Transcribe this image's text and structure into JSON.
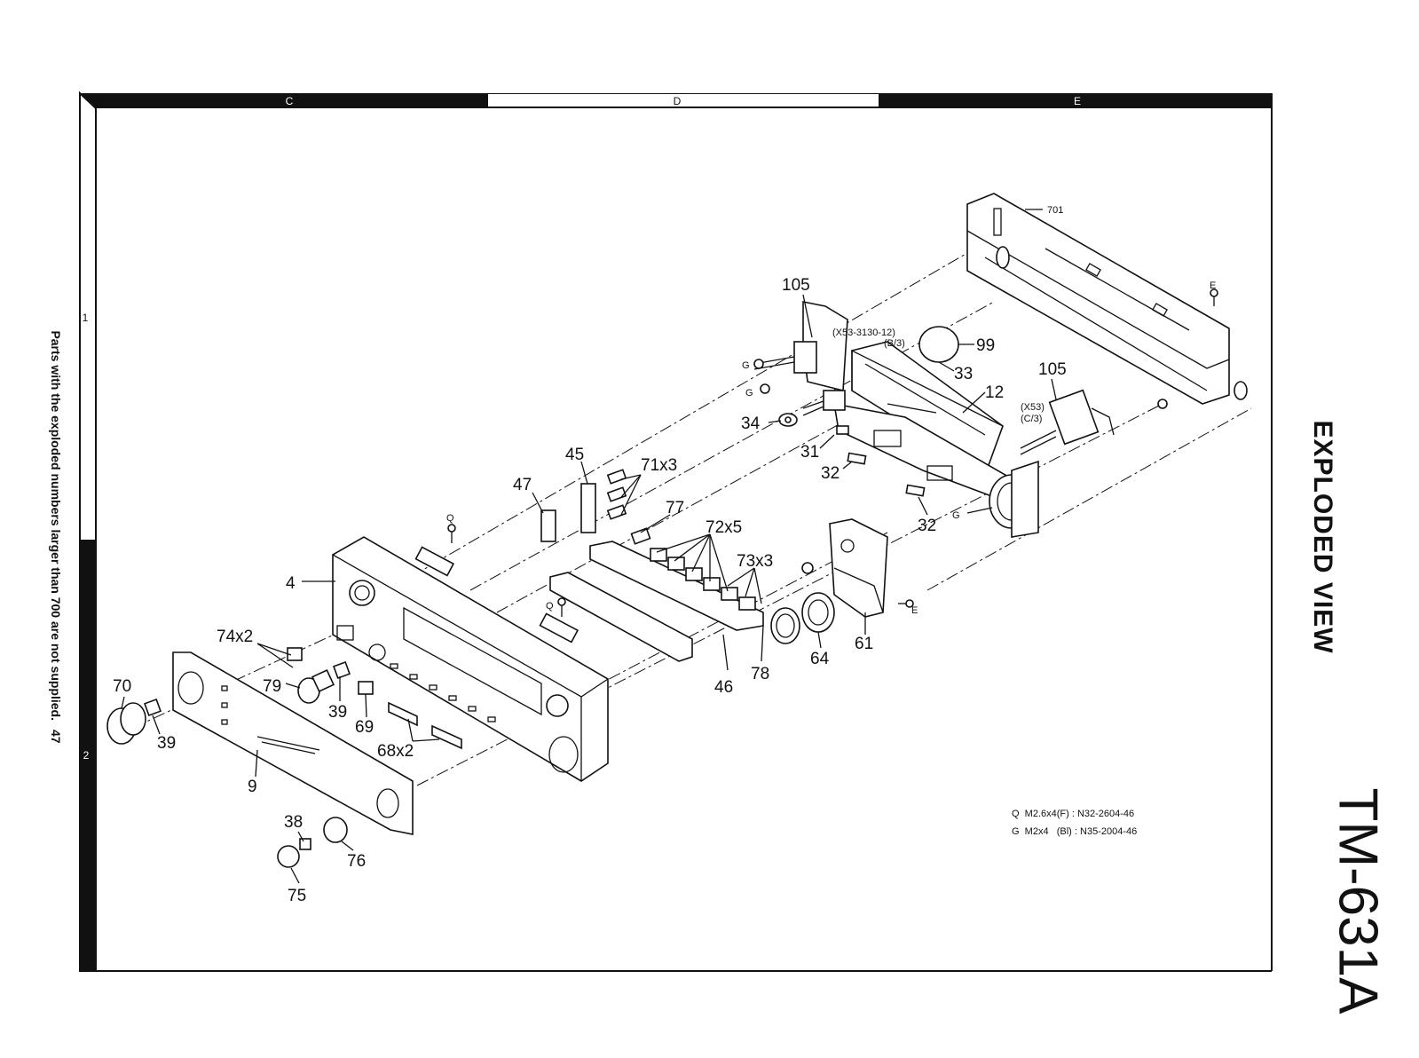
{
  "grid": {
    "columns": [
      "C",
      "D",
      "E"
    ],
    "rows": [
      "1",
      "2"
    ]
  },
  "side_note": "Parts with the exploded numbers larger than 700 are not supplied.",
  "page_number": "47",
  "title": "EXPLODED VIEW",
  "model": "TM-631A",
  "part_labels": {
    "p701": "701",
    "p105a": "105",
    "pE1": "E",
    "x53_3130": "(X53-3130-12)",
    "b3": "(B/3)",
    "p99": "99",
    "p33": "33",
    "pG1": "G",
    "pG2": "G",
    "p12": "12",
    "p105b": "105",
    "x53": "(X53)",
    "c3": "(C/3)",
    "p34": "34",
    "p31": "31",
    "p32a": "32",
    "p45": "45",
    "p71": "71x3",
    "p47": "47",
    "pQ1": "Q",
    "p32b": "32",
    "pG3": "G",
    "p77": "77",
    "p72": "72x5",
    "p73": "73x3",
    "p4": "4",
    "pQ2": "Q",
    "pE2": "E",
    "p74": "74x2",
    "p70": "70",
    "p79": "79",
    "p46": "46",
    "p78": "78",
    "p64": "64",
    "p61": "61",
    "p39a": "39",
    "p39b": "39",
    "p69": "69",
    "p68": "68x2",
    "p9": "9",
    "p38": "38",
    "p76": "76",
    "p75": "75"
  },
  "screw_legend": [
    "Q  M2.6x4(F) : N32-2604-46",
    "G  M2x4   (Bl) : N35-2004-46"
  ]
}
